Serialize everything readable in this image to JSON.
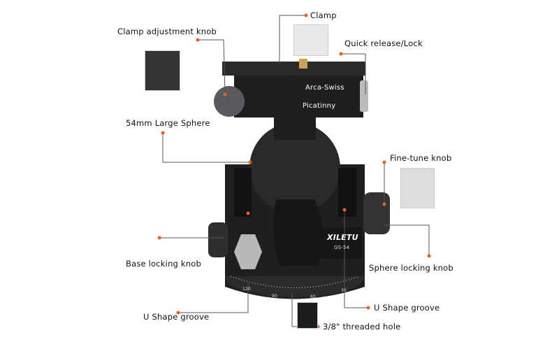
{
  "labels": {
    "clamp": "Clamp",
    "clamp_knob": "Clamp adjustment knob",
    "quick_release": "Quick release/Lock",
    "sphere": "54mm Large Sphere",
    "fine_tune": "Fine-tune knob",
    "base_knob": "Base locking knob",
    "sphere_knob": "Sphere locking knob",
    "u_groove_left": "U Shape groove",
    "u_groove_right": "U Shape groove",
    "threaded_hole": "3/8\" threaded hole"
  },
  "product": {
    "brand": "XILETU",
    "model": "GS-54",
    "arca": "Arca-Swiss",
    "picatinny": "Picatinny",
    "dial": [
      "120",
      "90",
      "60",
      "30"
    ]
  },
  "colors": {
    "accent": "#e8601c",
    "body": "#1c1c1e",
    "line": "#555555"
  }
}
